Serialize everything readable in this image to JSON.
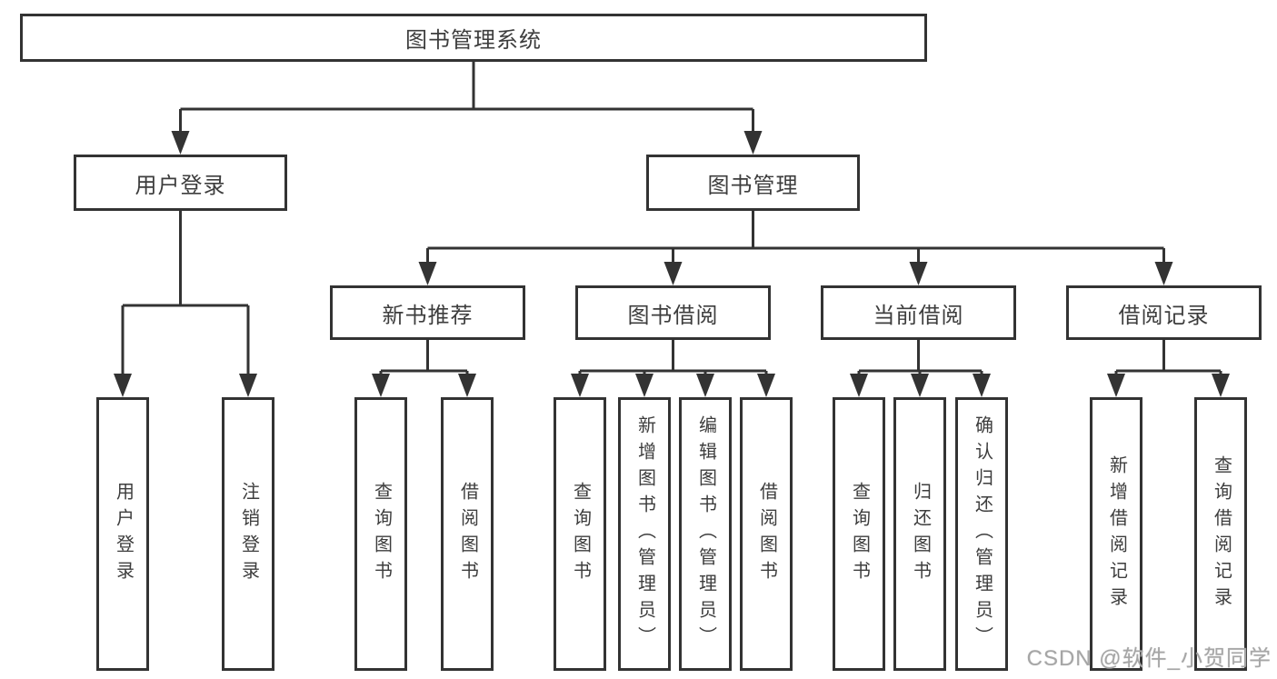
{
  "tree": {
    "root": {
      "label": "图书管理系统",
      "children": [
        {
          "label": "用户登录",
          "children": [
            {
              "label": "用户登录"
            },
            {
              "label": "注销登录"
            }
          ]
        },
        {
          "label": "图书管理",
          "children": [
            {
              "label": "新书推荐",
              "children": [
                {
                  "label": "查询图书"
                },
                {
                  "label": "借阅图书"
                }
              ]
            },
            {
              "label": "图书借阅",
              "children": [
                {
                  "label": "查询图书"
                },
                {
                  "label": "新增图书（管理员）"
                },
                {
                  "label": "编辑图书（管理员）"
                },
                {
                  "label": "借阅图书"
                }
              ]
            },
            {
              "label": "当前借阅",
              "children": [
                {
                  "label": "查询图书"
                },
                {
                  "label": "归还图书"
                },
                {
                  "label": "确认归还（管理员）"
                }
              ]
            },
            {
              "label": "借阅记录",
              "children": [
                {
                  "label": "新增借阅记录"
                },
                {
                  "label": "查询借阅记录"
                }
              ]
            }
          ]
        }
      ]
    }
  },
  "watermark": {
    "text": "CSDN @软件_小贺同学"
  },
  "colors": {
    "line": "#333333",
    "text": "#3d3d3d",
    "watermark": "#a6a6a6",
    "background": "#ffffff"
  }
}
